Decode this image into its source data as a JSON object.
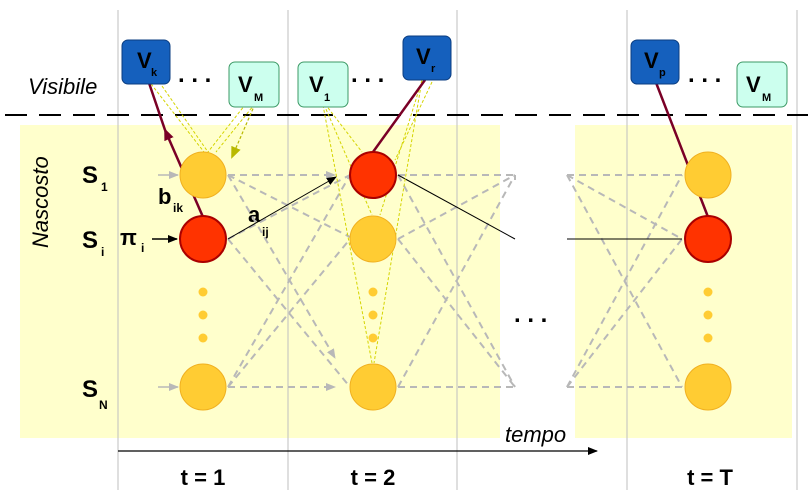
{
  "labels": {
    "visible": "Visibile",
    "hidden": "Nascosto",
    "time": "tempo",
    "ellipsis": ". . ."
  },
  "states": {
    "s1": {
      "base": "S",
      "sub": "1"
    },
    "si": {
      "base": "S",
      "sub": "i"
    },
    "sN": {
      "base": "S",
      "sub": "N"
    }
  },
  "params": {
    "pi": {
      "base": "π",
      "sub": "i"
    },
    "b": {
      "base": "b",
      "sub": "ik"
    },
    "a": {
      "base": "a",
      "sub": "ij"
    }
  },
  "observations": {
    "vk": {
      "base": "V",
      "sub": "k"
    },
    "vM1": {
      "base": "V",
      "sub": "M"
    },
    "v1": {
      "base": "V",
      "sub": "1"
    },
    "vr": {
      "base": "V",
      "sub": "r"
    },
    "vp": {
      "base": "V",
      "sub": "p"
    },
    "vM3": {
      "base": "V",
      "sub": "M"
    }
  },
  "time_steps": [
    "t = 1",
    "t = 2",
    "t = T"
  ],
  "colors": {
    "hidden_bg": "#FFFFCC",
    "state_yellow": "#FFCC33",
    "state_red": "#FF3300",
    "obs_blue": "#1560BD",
    "obs_cyan": "#CCFFEE",
    "emission_dark_red": "#7A0026",
    "dashed_gray": "#B8B8B8"
  }
}
